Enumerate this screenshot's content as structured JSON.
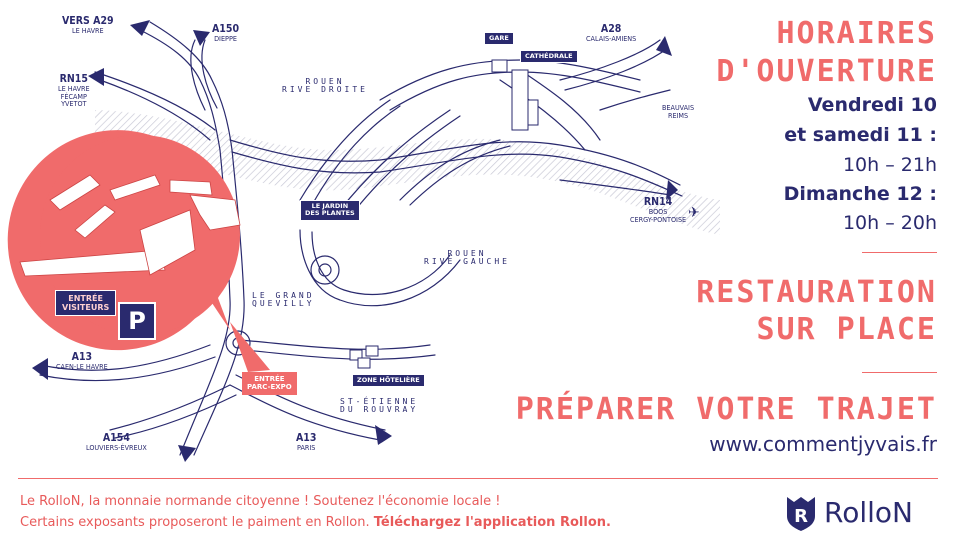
{
  "roads": {
    "a29": {
      "top": "VERS A29",
      "bottom": "LE HAVRE"
    },
    "a150": {
      "top": "A150",
      "bottom": "DIEPPE"
    },
    "rn15": {
      "top": "RN15",
      "lines": [
        "LE HAVRE",
        "FÉCAMP",
        "YVETOT"
      ]
    },
    "a28": {
      "top": "A28",
      "bottom": "CALAIS-AMIENS"
    },
    "beauvais": {
      "lines": [
        "BEAUVAIS",
        "REIMS"
      ]
    },
    "rn14": {
      "top": "RN14",
      "lines": [
        "BOOS",
        "CERGY-PONTOISE"
      ]
    },
    "a13_west": {
      "top": "A13",
      "bottom": "CAEN-LE HAVRE"
    },
    "a154": {
      "top": "A154",
      "bottom": "LOUVIERS-ÉVREUX"
    },
    "a13_south": {
      "top": "A13",
      "bottom": "PARIS"
    }
  },
  "areas": {
    "rouen_rd": [
      "ROUEN",
      "RIVE DROITE"
    ],
    "rouen_rg": [
      "ROUEN",
      "RIVE GAUCHE"
    ],
    "grand_quevilly": [
      "LE GRAND",
      "QUEVILLY"
    ],
    "st_etienne": [
      "ST-ÉTIENNE",
      "DU ROUVRAY"
    ]
  },
  "tags": {
    "gare": "GARE",
    "cathedrale": "CATHÉDRALE",
    "jardin": [
      "LE JARDIN",
      "DES PLANTES"
    ],
    "zone_hoteliere": "ZONE HÔTELIÈRE",
    "entree_visiteurs": [
      "ENTRÉE",
      "VISITEURS"
    ],
    "entree_parc": [
      "ENTRÉE",
      "PARC-EXPO"
    ],
    "parking": "P"
  },
  "hours": {
    "title1": "HORAIRES",
    "title2": "D'OUVERTURE",
    "days1a": "Vendredi 10",
    "days1b": "et samedi 11 :",
    "time1": "10h – 21h",
    "days2": "Dimanche 12  :",
    "time2": "10h – 20h"
  },
  "restauration": {
    "line1": "RESTAURATION",
    "line2": "SUR PLACE"
  },
  "trajet": {
    "title": "PRÉPARER VOTRE TRAJET",
    "url": "www.commentjyvais.fr"
  },
  "footer": {
    "line1": "Le RolloN, la monnaie normande citoyenne ! Soutenez l'économie locale !",
    "line2_plain": "Certains exposants proposeront le paiment en Rollon.",
    "line2_bold": "Téléchargez l'application Rollon.",
    "logo_text": "RolloN",
    "logo_glyph": "R"
  },
  "colors": {
    "navy": "#2a2a6e",
    "coral": "#f06b6b"
  }
}
